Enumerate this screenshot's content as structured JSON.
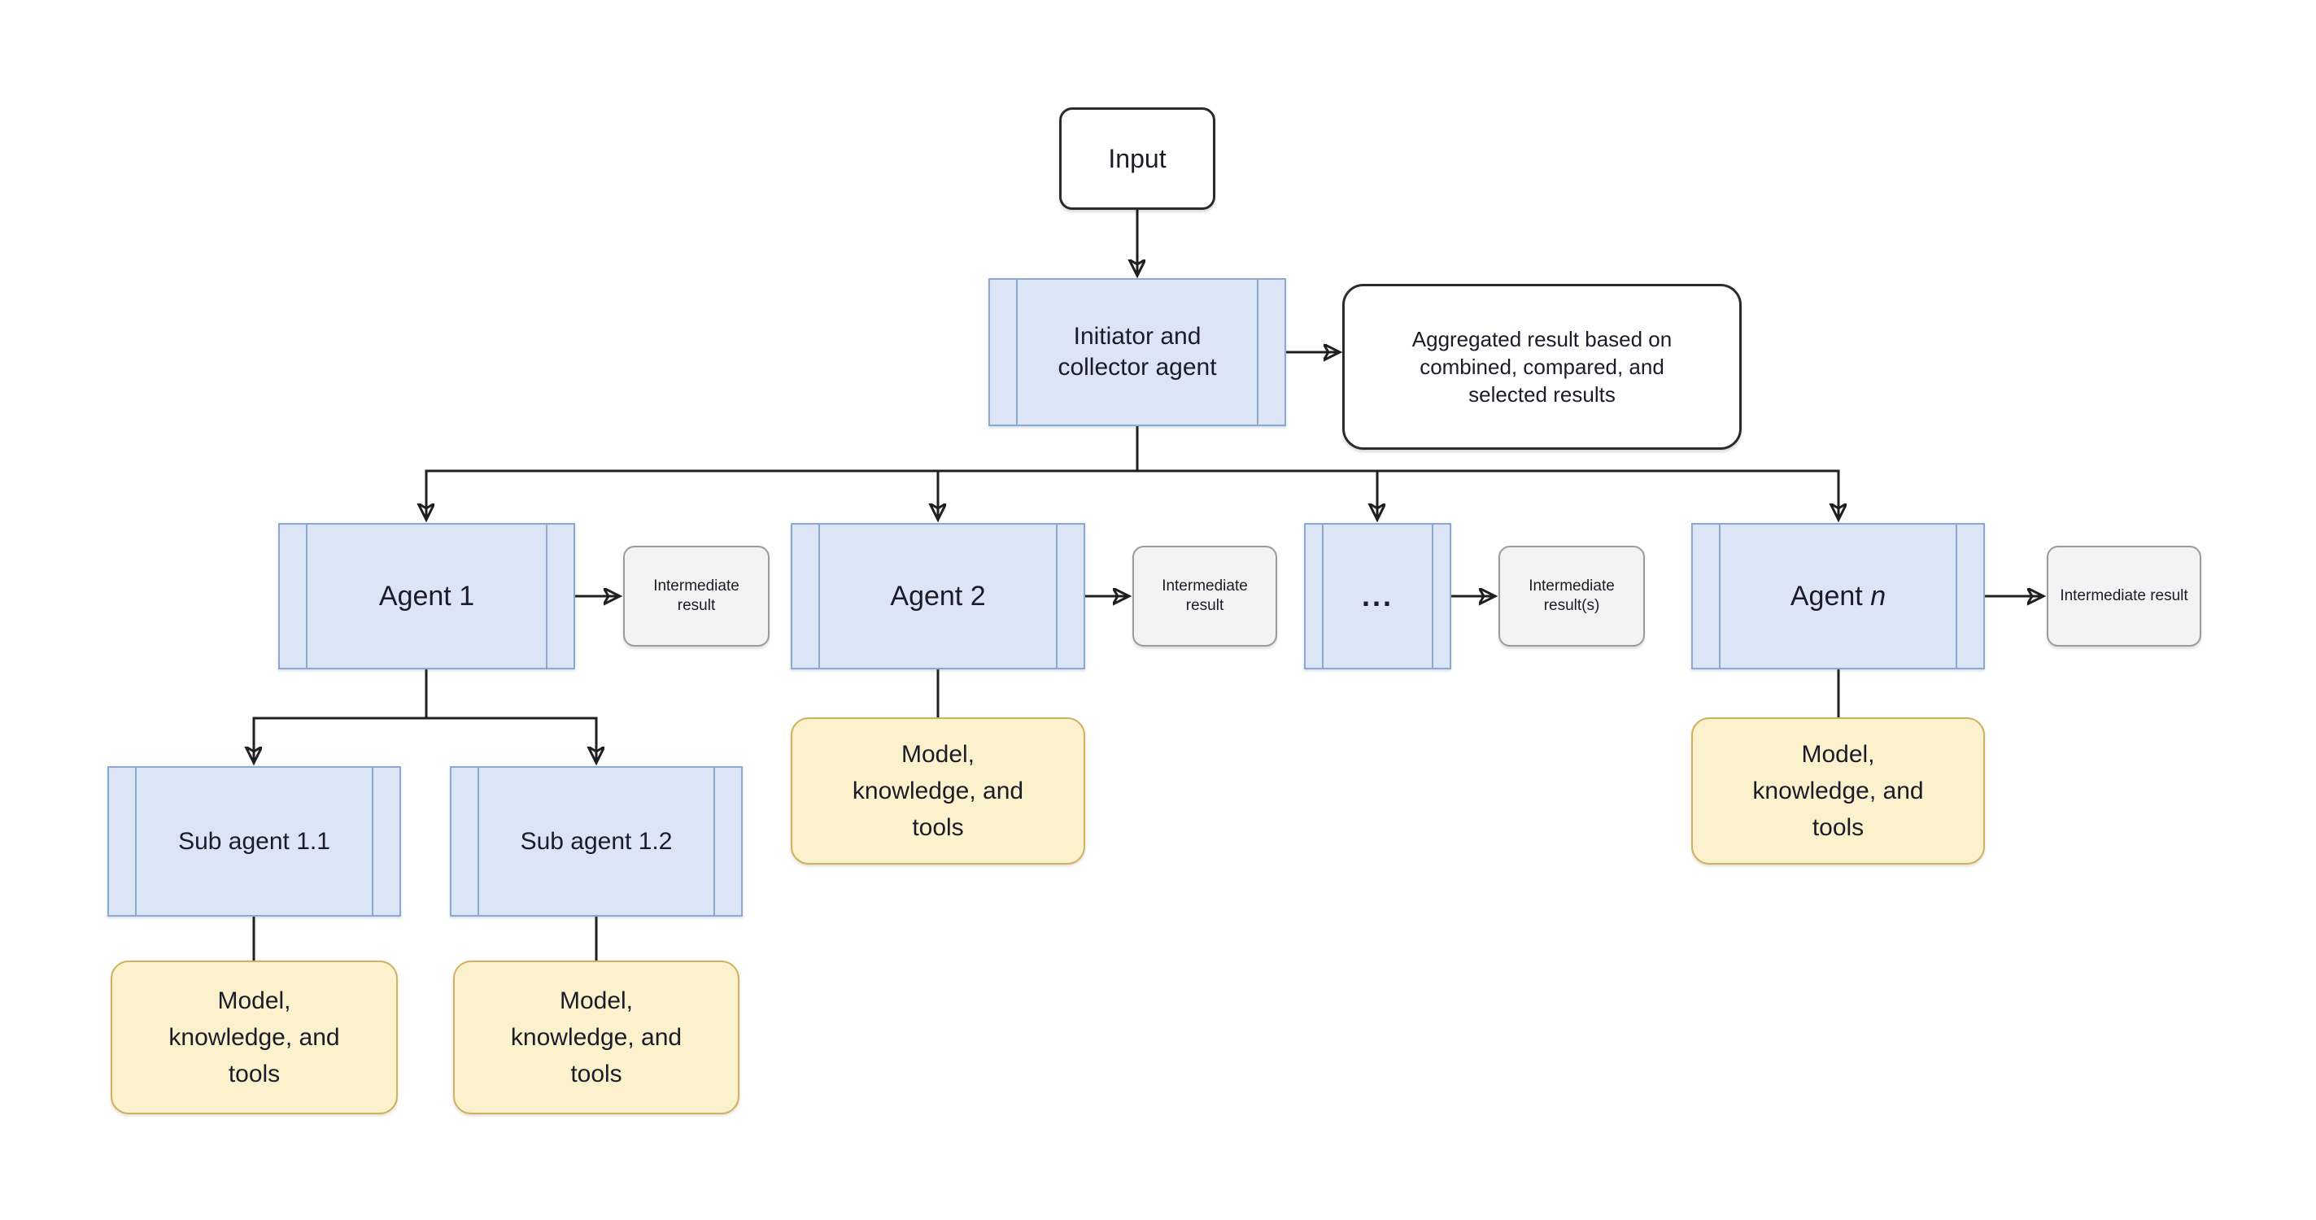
{
  "diagram": {
    "type": "flowchart",
    "description": "Concurrent multi-agent orchestration diagram",
    "nodes": {
      "input": {
        "label": "Input"
      },
      "initiator": {
        "label": "Initiator and collector agent"
      },
      "aggregated": {
        "label": "Aggregated result based on combined, compared, and selected results"
      },
      "agent1": {
        "label": "Agent 1"
      },
      "agent2": {
        "label": "Agent 2"
      },
      "agent_dots": {
        "label": "..."
      },
      "agent_n": {
        "prefix": "Agent ",
        "suffix": "n"
      },
      "sub_agent_1_1": {
        "label": "Sub agent 1.1"
      },
      "sub_agent_1_2": {
        "label": "Sub agent 1.2"
      },
      "intermediate": {
        "label": "Intermediate result",
        "label_plural": "Intermediate result(s)"
      },
      "tools": {
        "label": "Model, knowledge, and tools"
      }
    },
    "edges": [
      "input -> initiator (arrow)",
      "initiator -> aggregated (arrow)",
      "initiator -> agent1 | agent2 | ... | agent n (fan-out arrows)",
      "agent1 -> intermediate result (arrow)",
      "agent2 -> intermediate result (arrow)",
      "... -> intermediate result(s) (arrow)",
      "agent n -> intermediate result (arrow)",
      "agent1 -> sub agent 1.1 | sub agent 1.2 (fan-out arrows)",
      "agent2 -> tools (line)",
      "agent n -> tools (line)",
      "sub agent 1.1 -> tools (line)",
      "sub agent 1.2 -> tools (line)"
    ],
    "colors": {
      "agent_fill": "#dbe5f6",
      "agent_border": "#8ca8ce",
      "tools_fill": "#fbf1cd",
      "tools_border": "#cfb162",
      "result_fill": "#f3f3f3",
      "result_border": "#9b9b9b",
      "terminal_fill": "#ffffff",
      "terminal_border": "#2b2b2b",
      "connector": "#1f1f1f",
      "text": "#1c1c28",
      "background": "#ffffff"
    }
  }
}
